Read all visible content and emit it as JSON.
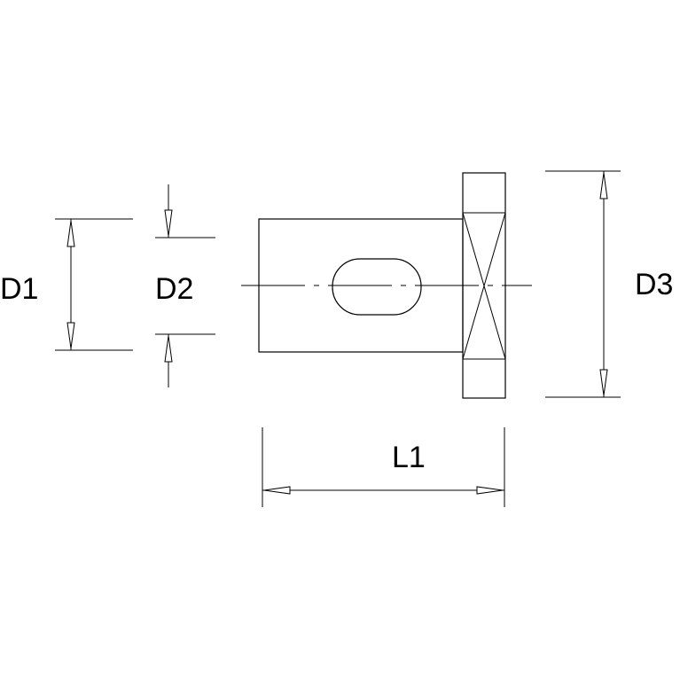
{
  "labels": {
    "d1": "D1",
    "d2": "D2",
    "d3": "D3",
    "l1": "L1"
  },
  "colors": {
    "stroke": "#000000",
    "background": "#ffffff"
  }
}
